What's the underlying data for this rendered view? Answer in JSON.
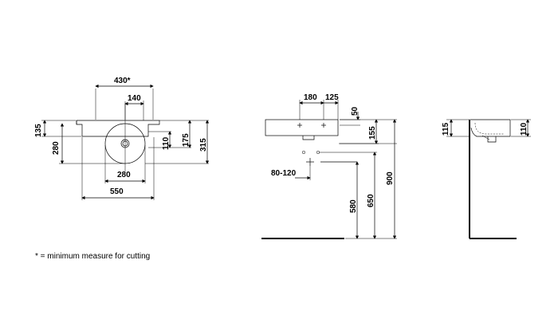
{
  "footnote": "* = minimum measure for cutting",
  "top_view": {
    "dims": [
      "430*",
      "140",
      "135",
      "280",
      "110",
      "175",
      "315",
      "280",
      "550"
    ]
  },
  "front_view": {
    "dims": [
      "180",
      "125",
      "50",
      "155",
      "80-120",
      "580",
      "650",
      "900"
    ]
  },
  "side_view": {
    "dims": [
      "115",
      "110"
    ]
  }
}
